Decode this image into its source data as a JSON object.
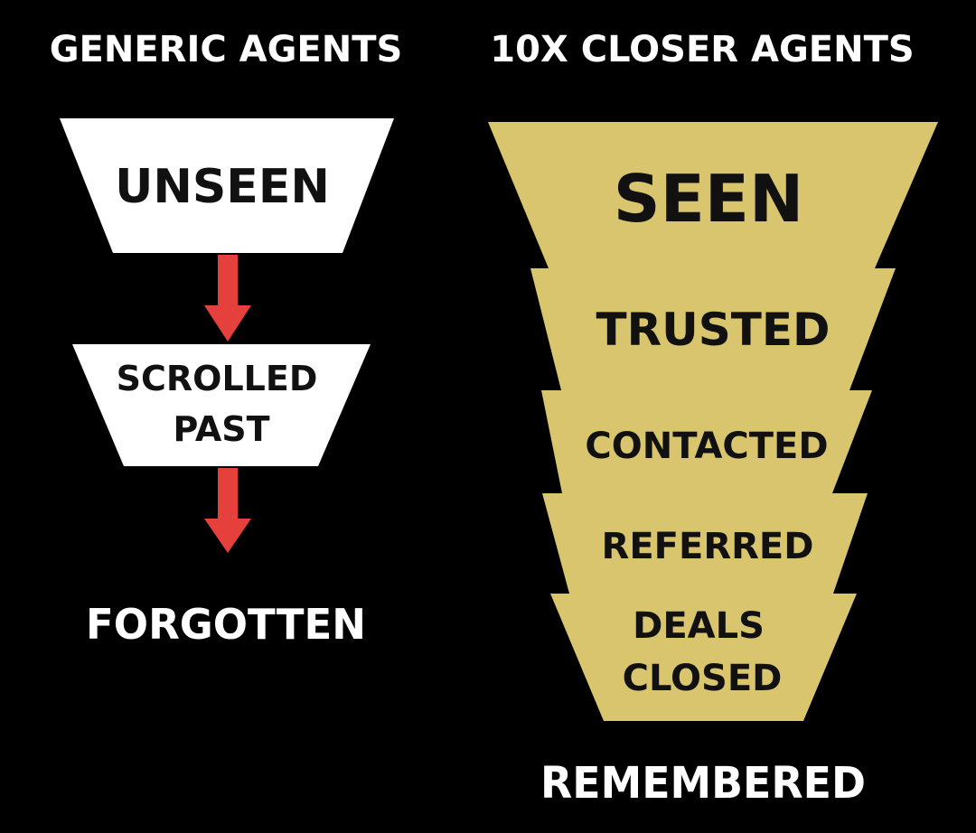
{
  "left": {
    "header": "GENERIC AGENTS",
    "stage1": "UNSEEN",
    "stage2_line1": "SCROLLED",
    "stage2_line2": "PAST",
    "outcome": "FORGOTTEN"
  },
  "right": {
    "header": "10X CLOSER AGENTS",
    "stage1": "SEEN",
    "stage2": "TRUSTED",
    "stage3": "CONTACTED",
    "stage4": "REFERRED",
    "stage5_line1": "DEALS",
    "stage5_line2": "CLOSED",
    "outcome": "REMEMBERED"
  },
  "colors": {
    "background": "#000000",
    "left_box": "#ffffff",
    "arrow": "#e5403b",
    "gold": "#d8c56d",
    "dark_text": "#111111",
    "light_text": "#ffffff"
  }
}
